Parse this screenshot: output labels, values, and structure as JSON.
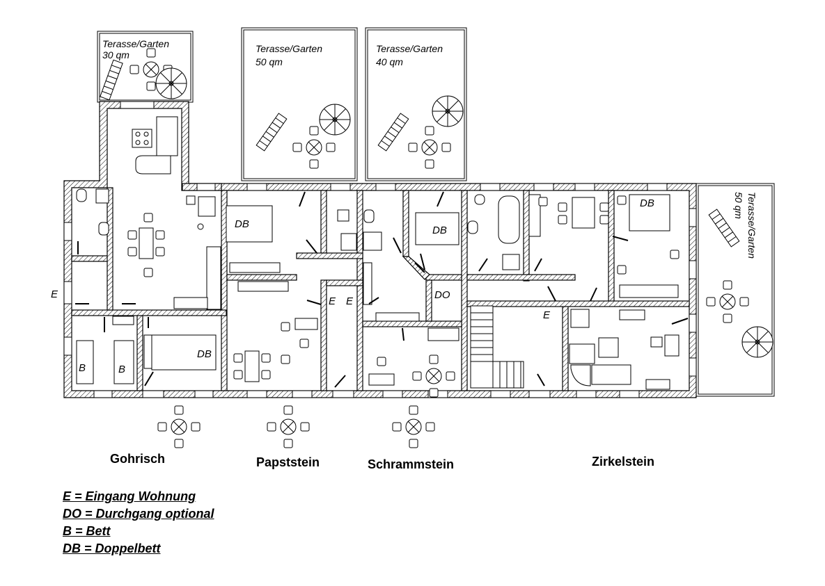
{
  "terraces": [
    {
      "name": "Terasse/Garten",
      "size": "30 qm"
    },
    {
      "name": "Terasse/Garten",
      "size": "50 qm"
    },
    {
      "name": "Terasse/Garten",
      "size": "40 qm"
    },
    {
      "name": "Terasse/Garten",
      "size": "50 qm"
    }
  ],
  "apartments": [
    "Gohrisch",
    "Papststein",
    "Schrammstein",
    "Zirkelstein"
  ],
  "room_labels": {
    "db": "DB",
    "b": "B",
    "e": "E",
    "do": "DO"
  },
  "legend": [
    "E = Eingang Wohnung",
    "DO = Durchgang optional",
    "B = Bett",
    "DB = Doppelbett"
  ]
}
